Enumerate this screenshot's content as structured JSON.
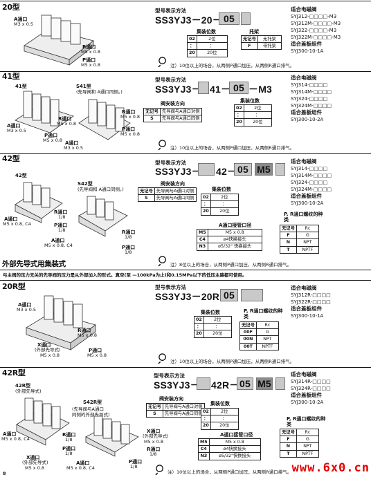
{
  "s20": {
    "title": "20型",
    "ports": {
      "a": "A通口",
      "a_size": "M3 x 0.5",
      "r": "R通口",
      "r_size": "M5 x 0.8",
      "p": "P通口",
      "p_size": "M5 x 0.8"
    },
    "how_to_order": "型号表示方法",
    "model_prefix": "SS3YJ3－20－",
    "model_station": "05",
    "stations_label": "集装位数",
    "stations": [
      [
        "02",
        "2位"
      ],
      [
        "：",
        "："
      ],
      [
        "20",
        "20位"
      ]
    ],
    "bracket_label": "托架",
    "bracket": [
      [
        "无记号",
        "无托架"
      ],
      [
        "F",
        "带托架"
      ]
    ],
    "valves_head": "适合电磁阀",
    "valves": [
      "SYJ312-□□□□-M3",
      "SYJ312M-□□□□-M3",
      "SYJ322-□□□□-M3",
      "SYJ322M-□□□□-M3"
    ],
    "plate_head": "适合盖板组件",
    "plate": "SYJ300-10-1A",
    "note": "注）10位以上的场合，从两侧P通口加压，从两侧R通口排气。"
  },
  "s41": {
    "title": "41型",
    "sub41": "41型",
    "sub_s41": "S41型",
    "sub_s41_desc": "(先导阀和 A通口同侧。)",
    "ports": {
      "a": "A通口",
      "a_size": "M3 x 0.5",
      "r": "R通口",
      "r_size": "M5 x 0.8",
      "p": "P通口",
      "p_size": "M5 x 0.8"
    },
    "ports_s41": {
      "r": "R通口",
      "r_size": "M5 x 0.8",
      "p": "P通口",
      "p_size": "M5 x 0.8",
      "a": "A通口",
      "a_size": "M3 x 0.5"
    },
    "how_to_order": "型号表示方法",
    "model_prefix": "SS3YJ3－",
    "model_mid": "41－",
    "model_station": "05",
    "model_suffix": "－M3",
    "direction_label": "阀安装方向",
    "direction": [
      [
        "无记号",
        "先导阀与A通口对侧"
      ],
      [
        "S",
        "先导阀与A通口同侧"
      ]
    ],
    "stations_label": "集装位数",
    "stations": [
      [
        "02",
        "2位"
      ],
      [
        "：",
        "："
      ],
      [
        "20",
        "20位"
      ]
    ],
    "valves_head": "适合电磁阀",
    "valves": [
      "SYJ314-□□□□",
      "SYJ314M-□□□□",
      "SYJ324-□□□□",
      "SYJ324M-□□□□"
    ],
    "plate_head": "适合盖板组件",
    "plate": "SYJ300-10-2A",
    "note": "注）10位以上的场合，从两侧P通口加压，从两侧R通口排气。"
  },
  "s42": {
    "title": "42型",
    "sub42": "42型",
    "sub_s42": "S42型",
    "sub_s42_desc": "(先导阀和 A通口同侧。)",
    "ports": {
      "r": "R通口",
      "r_size": "1/8",
      "p": "P通口",
      "p_size": "1/8",
      "a": "A通口",
      "a_size": "M5 x 0.8, C4"
    },
    "ports_s42": {
      "r": "R通口",
      "r_size": "1/8",
      "p": "P通口",
      "p_size": "1/8",
      "a": "A通口",
      "a_size": "M5 x 0.8, C4"
    },
    "how_to_order": "型号表示方法",
    "model_prefix": "SS3YJ3－",
    "model_mid": "42－",
    "model_station": "05",
    "model_port": "M5",
    "direction_label": "阀安装方向",
    "direction": [
      [
        "无记号",
        "先导阀与A通口对侧"
      ],
      [
        "S",
        "先导阀与A通口同侧"
      ]
    ],
    "stations_label": "集装位数",
    "stations": [
      [
        "02",
        "2位"
      ],
      [
        "：",
        "："
      ],
      [
        "20",
        "20位"
      ]
    ],
    "port_label": "A通口接管口径",
    "port_sizes": [
      [
        "M5",
        "M5 x 0.8"
      ],
      [
        "C4",
        "ø4快换接头"
      ],
      [
        "N3",
        "ø5/32\" 快换接头"
      ]
    ],
    "thread_label": "P, R通口螺纹的种类",
    "thread": [
      [
        "无记号",
        "Rc"
      ],
      [
        "F",
        "G"
      ],
      [
        "N",
        "NPT"
      ],
      [
        "T",
        "NPTF"
      ]
    ],
    "valves_head": "适合电磁阀",
    "valves": [
      "SYJ314-□□□□",
      "SYJ314M-□□□□",
      "SYJ324-□□□□",
      "SYJ324M-□□□□"
    ],
    "plate_head": "适合盖板组件",
    "plate": "SYJ300-10-2A",
    "note": "注）8位以上的场合，从两侧P通口加压，从两侧R通口排气。"
  },
  "ext": {
    "title": "外部先导式用集装式",
    "desc": "与主阀的压力无关的先导阀的压力是从外部加入的形式。真空(至 —100kPa为止)和0.15MPa以下的低压主路都可使用。"
  },
  "s20r": {
    "title": "20R型",
    "ports": {
      "a": "A通口",
      "a_size": "M3 x 0.5",
      "x": "X通口",
      "x_note": "(外部先导式)",
      "x_size": "M5 x 0.8",
      "r": "R通口",
      "r_size": "M5 x 0.8",
      "p": "P通口",
      "p_size": "M5 x 0.8"
    },
    "how_to_order": "型号表示方法",
    "model_prefix": "SS3YJ3－20R－",
    "model_station": "05",
    "stations_label": "集装位数",
    "stations": [
      [
        "02",
        "2位"
      ],
      [
        "：",
        "："
      ],
      [
        "20",
        "20位"
      ]
    ],
    "thread_label": "P, R通口螺纹的种类",
    "thread": [
      [
        "无记号",
        "Rc"
      ],
      [
        "00F",
        "G"
      ],
      [
        "00N",
        "NPT"
      ],
      [
        "00T",
        "NPTF"
      ]
    ],
    "valves_head": "适合电磁阀",
    "valves": [
      "SYJ312R-□□□□",
      "SYJ322R-□□□□"
    ],
    "plate_head": "适合盖板组件",
    "plate": "SYJ300-10-1A",
    "note": "注）10位以上的场合，从两侧P通口加压，从两侧R通口排气。"
  },
  "s42r": {
    "title": "42R型",
    "sub42r": "42R型",
    "sub42r_desc": "(外部先导式)",
    "sub_s42r": "S42R型",
    "sub_s42r_desc1": "(先导阀与A通口",
    "sub_s42r_desc2": "同侧的外部先导式)",
    "ports": {
      "a": "A通口",
      "a_size": "M5 x 0.8, C4",
      "r": "R通口",
      "r_size": "1/8",
      "p": "P通口",
      "p_size": "1/8",
      "x": "X通口",
      "x_note": "(外部先导式)",
      "x_size": "M5 x 0.8"
    },
    "ports_s42r": {
      "x": "X通口",
      "x_note": "(外部先导式)",
      "x_size": "M5 x 0.8",
      "r": "R通口",
      "r_size": "1/8",
      "p": "P通口",
      "p_size": "1/8",
      "a": "A通口",
      "a_size": "M5 x 0.8, C4"
    },
    "how_to_order": "型号表示方法",
    "model_prefix": "SS3YJ3－",
    "model_mid": "42R－",
    "model_station": "05",
    "model_port": "M5",
    "direction_label": "阀安装方向",
    "direction": [
      [
        "无记号",
        "先导阀与A通口对侧"
      ],
      [
        "S",
        "先导阀与A通口同侧"
      ]
    ],
    "stations_label": "集装位数",
    "stations": [
      [
        "02",
        "2位"
      ],
      [
        "：",
        "："
      ],
      [
        "20",
        "20位"
      ]
    ],
    "port_label": "A通口接管口径",
    "port_sizes": [
      [
        "M5",
        "M5 x 0.8"
      ],
      [
        "C4",
        "ø4快换接头"
      ],
      [
        "N3",
        "ø5/32\"快换接头"
      ]
    ],
    "thread_label": "P, R通口螺纹的种类",
    "thread": [
      [
        "无记号",
        "Rc"
      ],
      [
        "F",
        "G"
      ],
      [
        "N",
        "NPT"
      ],
      [
        "T",
        "NPTF"
      ]
    ],
    "valves_head": "适合电磁阀",
    "valves": [
      "SYJ314R-□□□□",
      "SYJ324R-□□□□"
    ],
    "plate_head": "适合盖板组件",
    "plate": "SYJ300-10-2A",
    "note": "注）10位以上的场合，从两侧P通口加压，从两侧R通口排气。"
  },
  "footer": {
    "page_mark": "8",
    "watermark": "www.6x0.cn"
  }
}
